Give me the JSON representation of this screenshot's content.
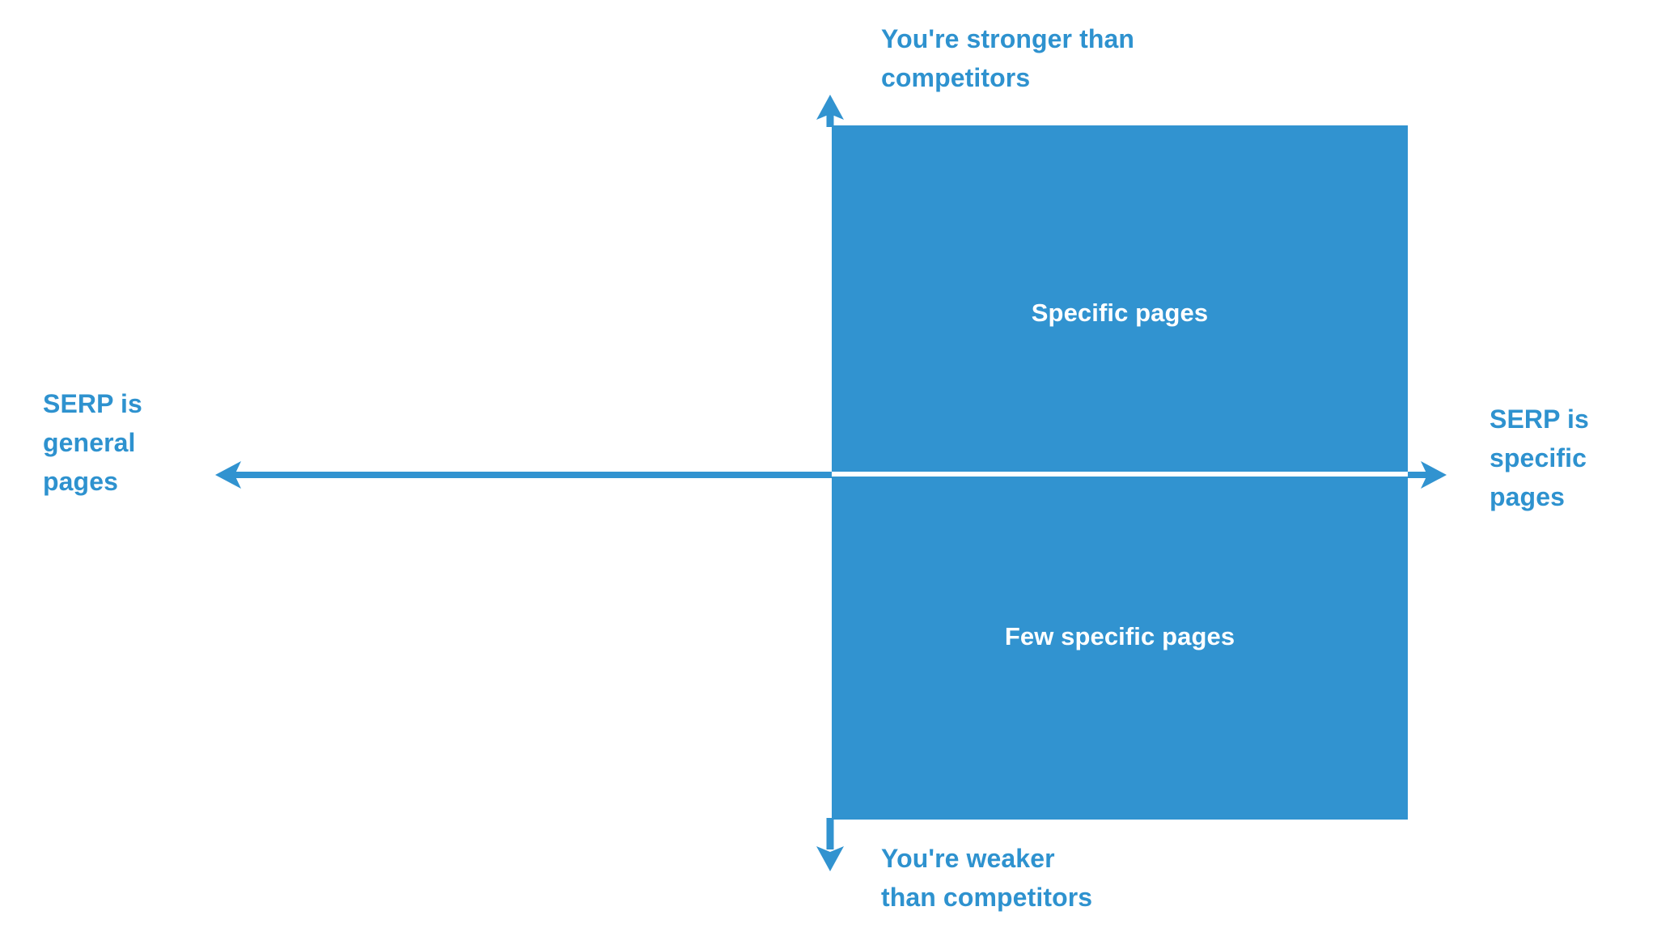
{
  "diagram": {
    "type": "quadrant-matrix",
    "background_color": "#ffffff",
    "accent_color": "#3193d0",
    "text_color": "#2e92cf",
    "block_text_color": "#ffffff",
    "axes": {
      "vertical": {
        "top_label": "You're stronger than\ncompetitors",
        "bottom_label": "You're weaker\nthan competitors",
        "arrow_top": "arrow-up-icon",
        "arrow_bottom": "arrow-down-icon"
      },
      "horizontal": {
        "left_label": "SERP is\ngeneral\npages",
        "right_label": "SERP is\nspecific\npages",
        "arrow_left": "arrow-left-icon",
        "arrow_right": "arrow-right-icon"
      }
    },
    "quadrants": [
      {
        "id": "upper-right",
        "label": "Specific pages",
        "fill": "#3193d0"
      },
      {
        "id": "lower-right",
        "label": "Few specific\npages",
        "fill": "#3193d0"
      }
    ]
  }
}
